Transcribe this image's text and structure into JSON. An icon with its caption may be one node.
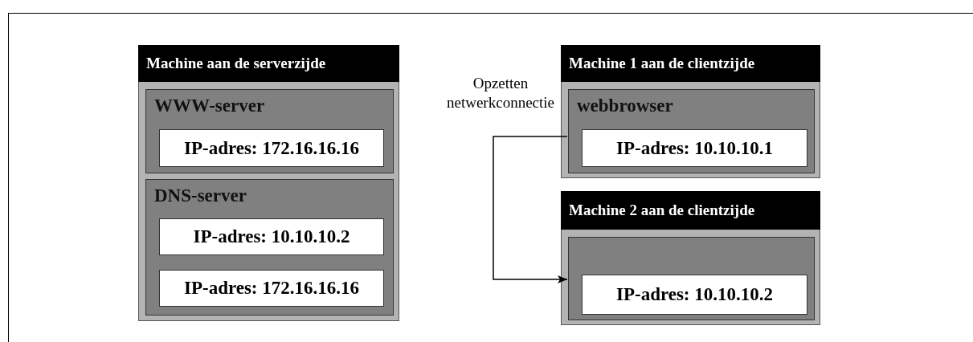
{
  "diagram": {
    "nodes": [
      {
        "text": [
          "Machine aan de serverzijde"
        ]
      },
      {
        "text": [
          "WWW-server"
        ],
        "in": 0
      },
      {
        "text": [
          "IP-adres: 172.16.16.16"
        ],
        "in": 1
      },
      {
        "text": [
          "DNS-server"
        ],
        "in": 0
      },
      {
        "text": [
          "IP-adres: 10.10.10.2"
        ],
        "in": 3
      },
      {
        "text": [
          "IP-adres: 172.16.16.16"
        ],
        "in": 3
      },
      {
        "text": [
          "Machine 1 aan de clientzijde"
        ]
      },
      {
        "text": [
          "webbrowser"
        ],
        "in": 6
      },
      {
        "text": [
          "IP-adres: 10.10.10.1"
        ],
        "in": 7
      },
      {
        "text": [
          "Machine 2 aan de clientzijde"
        ]
      },
      {
        "text": [],
        "shape": "box",
        "in": 9
      },
      {
        "text": [
          "IP-adres: 10.10.10.2"
        ],
        "in": 10
      }
    ],
    "edges": [
      {
        "from": 7,
        "to": 10,
        "arrow": "to",
        "label": "Opzetten netwerkconnectie"
      }
    ]
  }
}
